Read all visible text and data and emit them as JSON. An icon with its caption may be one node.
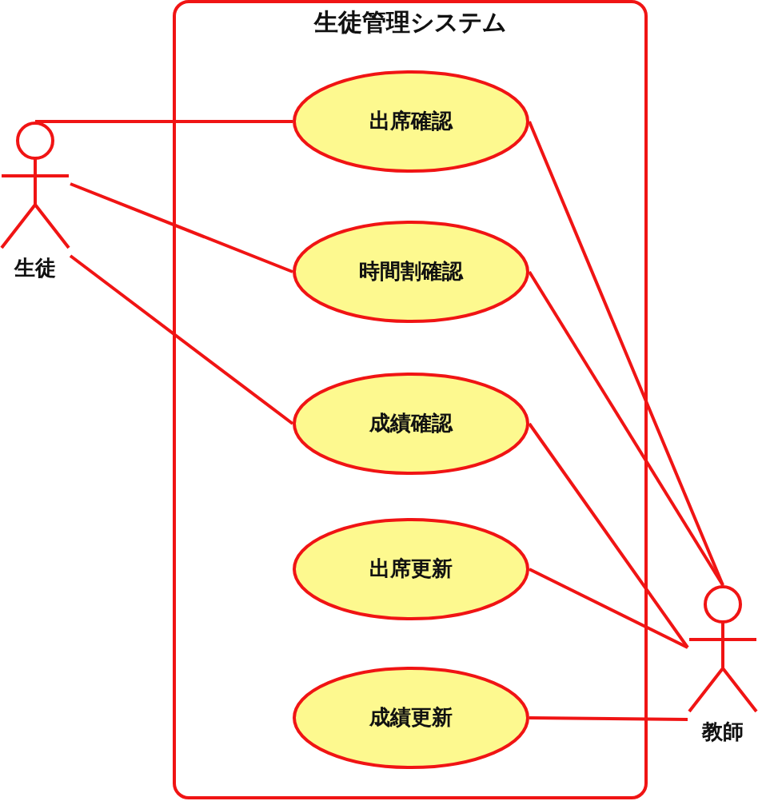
{
  "diagram": {
    "nodes": [
      {
        "text": [
          "生徒管理システム"
        ]
      },
      {
        "text": [
          "出席確認"
        ],
        "in": 0
      },
      {
        "text": [
          "時間割確認"
        ],
        "in": 0
      },
      {
        "text": [
          "成績確認"
        ],
        "in": 0
      },
      {
        "text": [
          "出席更新"
        ],
        "in": 0
      },
      {
        "text": [
          "成績更新"
        ],
        "in": 0
      },
      {
        "text": [
          "生徒"
        ]
      },
      {
        "text": [
          "教師"
        ]
      }
    ],
    "edges": [
      {
        "from": 6,
        "to": 1,
        "arrow": "none"
      },
      {
        "from": 6,
        "to": 2,
        "arrow": "none"
      },
      {
        "from": 6,
        "to": 3,
        "arrow": "none"
      },
      {
        "from": 7,
        "to": 1,
        "arrow": "none"
      },
      {
        "from": 7,
        "to": 2,
        "arrow": "none"
      },
      {
        "from": 7,
        "to": 3,
        "arrow": "none"
      },
      {
        "from": 7,
        "to": 4,
        "arrow": "none"
      },
      {
        "from": 7,
        "to": 5,
        "arrow": "none"
      }
    ]
  }
}
